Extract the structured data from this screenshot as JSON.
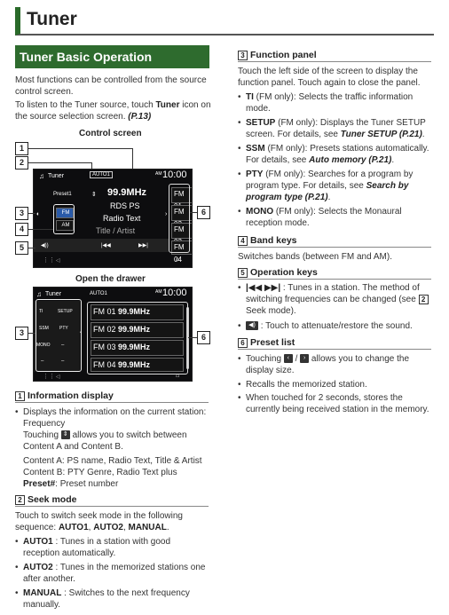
{
  "page_title": "Tuner",
  "section_title": "Tuner Basic Operation",
  "intro": {
    "p1": "Most functions can be controlled from the source control screen.",
    "p2a": "To listen to the Tuner source, touch ",
    "p2b": "Tuner",
    "p2c": " icon on the source selection screen. ",
    "p2d": "(P.13)"
  },
  "control_caption": "Control screen",
  "drawer_caption": "Open the drawer",
  "control_screen": {
    "source": "Tuner",
    "seek_mode": "AUTO1",
    "am_pm": "AM",
    "clock": "10:00",
    "preset": "Preset1",
    "frequency": "99.9MHz",
    "line2": "RDS PS",
    "line3": "Radio Text",
    "line4": "Title / Artist",
    "band_fm": "FM",
    "band_am": "AM",
    "presets": [
      "FM 01",
      "FM 02",
      "FM 03",
      "FM 04"
    ],
    "callouts": [
      "1",
      "2",
      "3",
      "4",
      "5",
      "6"
    ]
  },
  "drawer_screen": {
    "source": "Tuner",
    "seek_mode": "AUTO1",
    "am_pm": "AM",
    "clock": "10:00",
    "buttons": [
      "TI",
      "SETUP",
      "SSM",
      "PTY",
      "MONO",
      "–",
      "–",
      "–"
    ],
    "presets": [
      {
        "label": "FM 01",
        "freq": "99.9MHz"
      },
      {
        "label": "FM 02",
        "freq": "99.9MHz"
      },
      {
        "label": "FM 03",
        "freq": "99.9MHz"
      },
      {
        "label": "FM 04",
        "freq": "99.9MHz"
      }
    ],
    "callouts": [
      "3",
      "6"
    ]
  },
  "s1": {
    "num": "1",
    "title": "Information display",
    "b1": "Displays the information on the current station: Frequency",
    "touch_a": "Touching ",
    "touch_b": " allows you to switch between Content A and Content B.",
    "content_a": "Content A: PS name, Radio Text, Title & Artist",
    "content_b": "Content B: PTY Genre, Radio Text plus",
    "preset_b": "Preset#",
    "preset_t": ": Preset number"
  },
  "s2": {
    "num": "2",
    "title": "Seek mode",
    "intro_a": "Touch to switch seek mode in the following sequence: ",
    "seq1": "AUTO1",
    "seq_sep1": ", ",
    "seq2": "AUTO2",
    "seq_sep2": ", ",
    "seq3": "MANUAL",
    "seq_end": ".",
    "auto1_b": "AUTO1",
    "auto1_t": " : Tunes in a station with good reception automatically.",
    "auto2_b": "AUTO2",
    "auto2_t": " : Tunes in the memorized stations one after another.",
    "manual_b": "MANUAL",
    "manual_t": " : Switches to the next frequency manually."
  },
  "s3": {
    "num": "3",
    "title": "Function panel",
    "intro": "Touch the left side of the screen to display the function panel. Touch again to close the panel.",
    "ti_b": "TI",
    "ti_t": " (FM only): Selects the traffic information mode.",
    "setup_b": "SETUP",
    "setup_t": " (FM only): Displays the Tuner SETUP screen. For details, see ",
    "setup_ref": "Tuner SETUP (P.21)",
    "setup_end": ".",
    "ssm_b": "SSM",
    "ssm_t": " (FM only): Presets stations automatically. For details, see ",
    "ssm_ref": "Auto memory (P.21)",
    "ssm_end": ".",
    "pty_b": "PTY",
    "pty_t": " (FM only): Searches for a program by program type. For details, see ",
    "pty_ref": "Search by program type (P.21)",
    "pty_end": ".",
    "mono_b": "MONO",
    "mono_t": " (FM only): Selects the Monaural reception mode."
  },
  "s4": {
    "num": "4",
    "title": "Band keys",
    "text": "Switches bands (between FM and AM)."
  },
  "s5": {
    "num": "5",
    "title": "Operation keys",
    "b1_keys": "|◀◀ ▶▶|",
    "b1_t": " : Tunes in a station. The method of switching frequencies can be changed (see ",
    "b1_ref": "2",
    "b1_end": " Seek mode).",
    "b2_t": " : Touch to attenuate/restore the sound."
  },
  "s6": {
    "num": "6",
    "title": "Preset list",
    "b1_a": "Touching ",
    "b1_mid": " / ",
    "b1_b": " allows you to change the display size.",
    "b2": "Recalls the memorized station.",
    "b3": "When touched for 2 seconds, stores the currently being received station in the memory."
  }
}
